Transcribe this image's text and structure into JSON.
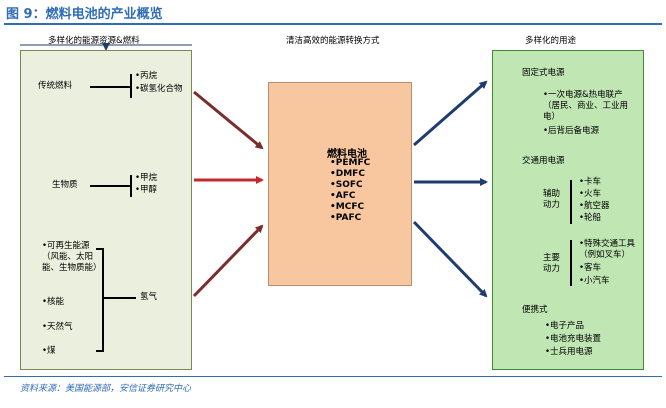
{
  "title": "图 9：燃料电池的产业概览",
  "headers": {
    "left": "多样化的能源资源&燃料",
    "center": "清洁高效的能源转换方式",
    "right": "多样化的用途"
  },
  "left": {
    "traditional": {
      "label": "传统燃料",
      "items": [
        "•丙烷",
        "•碳氢化合物"
      ]
    },
    "biomass": {
      "label": "生物质",
      "items": [
        "•甲烷",
        "•甲醇"
      ]
    },
    "sources": [
      "•可再生能源（风能、太阳能、生物质能）",
      "•核能",
      "•天然气",
      "•煤"
    ],
    "hydrogen": "氢气"
  },
  "center": {
    "title": "燃料电池",
    "items": [
      "•PEMFC",
      "•DMFC",
      "•SOFC",
      "•AFC",
      "•MCFC",
      "•PAFC"
    ]
  },
  "right": {
    "stationary": {
      "heading": "固定式电源",
      "items": [
        "•一次电源&热电联产（居民、商业、工业用电）",
        "•后背后备电源"
      ]
    },
    "transport": {
      "heading": "交通用电源",
      "aux": {
        "label": "辅助动力",
        "items": [
          "•卡车",
          "•火车",
          "•航空器",
          "•轮船"
        ]
      },
      "main": {
        "label": "主要动力",
        "items": [
          "•特殊交通工具（例如叉车）",
          "•客车",
          "•小汽车"
        ]
      }
    },
    "portable": {
      "heading": "便携式",
      "items": [
        "•电子产品",
        "•电池充电装置",
        "•士兵用电源"
      ]
    }
  },
  "source": "资料来源：美国能源部，安信证券研究中心",
  "colors": {
    "accent": "#2f6db5",
    "left_fill": "#ebf0de",
    "center_fill": "#f8c79f",
    "right_fill": "#bfe6b3",
    "arrow": "#8b3a3a"
  }
}
